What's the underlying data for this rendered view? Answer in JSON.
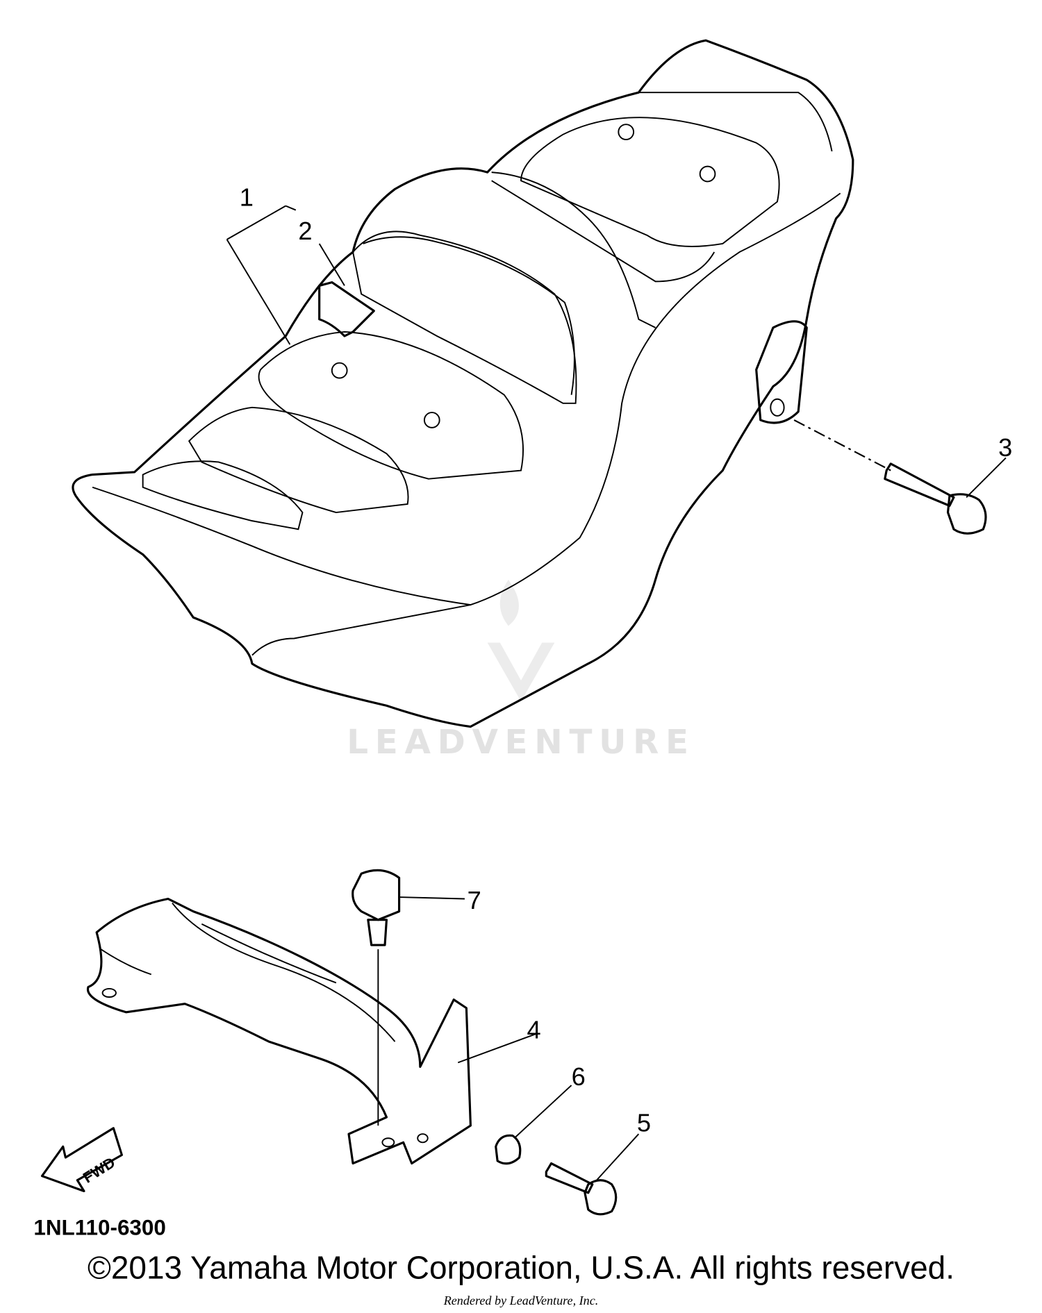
{
  "diagram": {
    "callouts": [
      "1",
      "2",
      "3",
      "4",
      "5",
      "6",
      "7"
    ],
    "fwd_label": "FWD",
    "part_code": "1NL110-6300",
    "watermark": "LEADVENTURE",
    "copyright": "©2013 Yamaha Motor Corporation, U.S.A. All rights reserved.",
    "render_credit": "Rendered by LeadVenture, Inc."
  }
}
